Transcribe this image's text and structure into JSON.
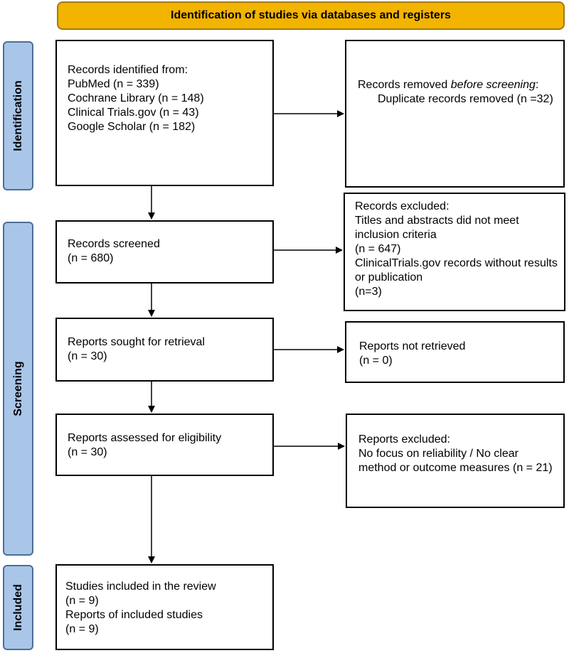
{
  "header": {
    "title": "Identification of studies via databases and registers"
  },
  "phases": {
    "identification": "Identification",
    "screening": "Screening",
    "included": "Included"
  },
  "boxes": {
    "records_identified": {
      "heading": "Records identified from:",
      "lines": [
        "PubMed (n = 339)",
        "Cochrane Library (n = 148)",
        "Clinical Trials.gov (n = 43)",
        "Google Scholar (n = 182)"
      ]
    },
    "records_removed": {
      "heading_pre": "Records removed ",
      "heading_em": "before screening",
      "heading_post": ":",
      "line1": "Duplicate records removed (n =32)"
    },
    "records_screened": {
      "line1": "Records screened",
      "line2": "(n = 680)"
    },
    "records_excluded": {
      "heading": "Records excluded:",
      "line1": "Titles and abstracts did not meet inclusion criteria",
      "line2": "(n = 647)",
      "line3": "ClinicalTrials.gov records without results or publication",
      "line4": "(n=3)"
    },
    "reports_sought": {
      "line1": "Reports sought for retrieval",
      "line2": "(n = 30)"
    },
    "reports_not_retrieved": {
      "line1": "Reports not retrieved",
      "line2": "(n = 0)"
    },
    "reports_assessed": {
      "line1": "Reports assessed for eligibility",
      "line2": "(n = 30)"
    },
    "reports_excluded": {
      "heading": "Reports excluded:",
      "line1": "No focus on reliability / No clear method or outcome measures (n = 21)"
    },
    "studies_included": {
      "line1": "Studies included in the review",
      "line2": "(n = 9)",
      "line3": "Reports of included studies",
      "line4": "(n = 9)"
    }
  }
}
